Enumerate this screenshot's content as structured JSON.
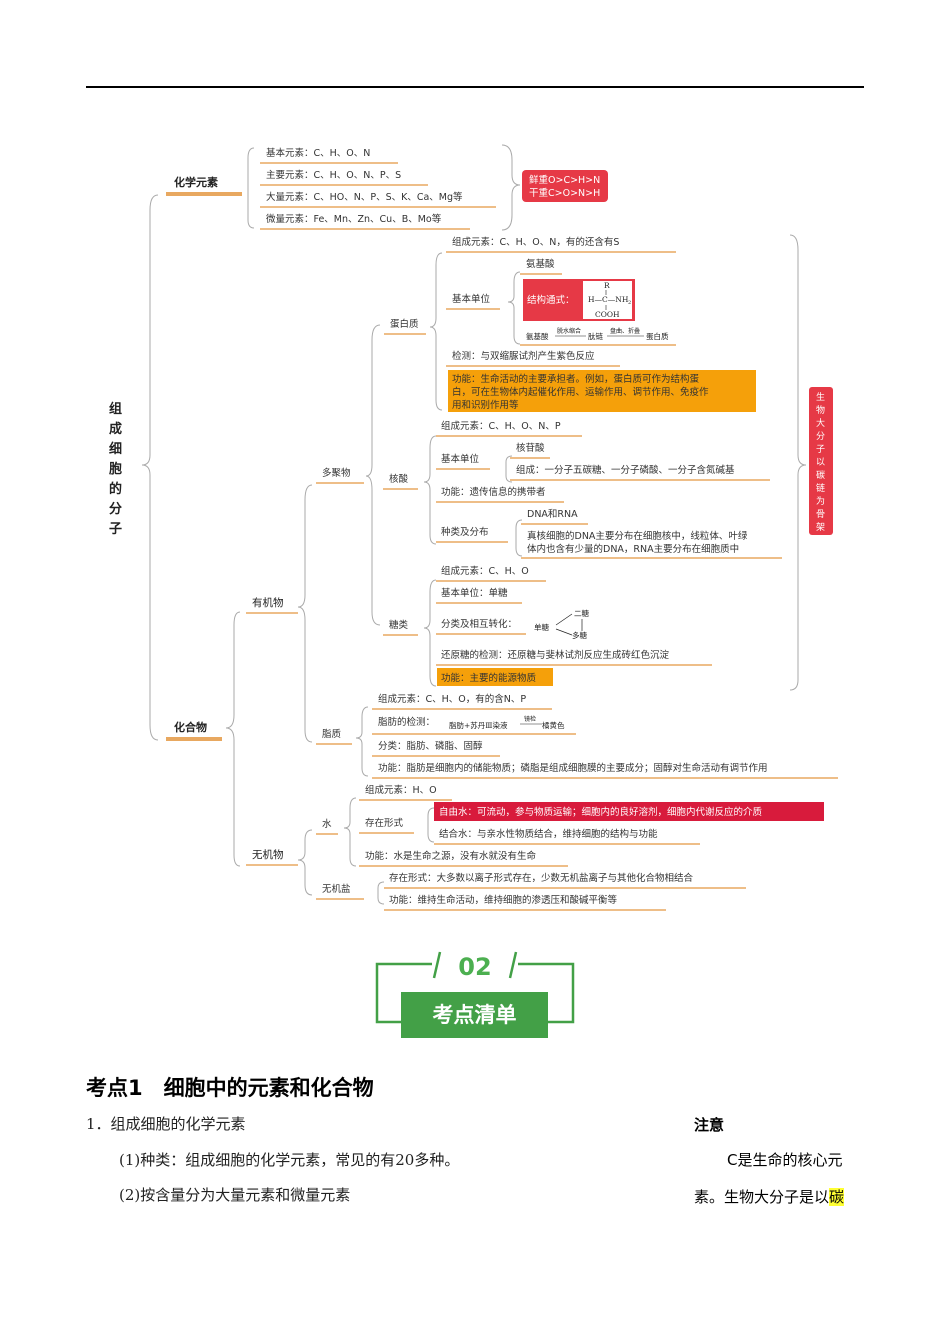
{
  "mindmap": {
    "root": "组成细胞的分子",
    "chem": {
      "label": "化学元素",
      "items": [
        "基本元素：C、H、O、N",
        "主要元素：C、H、O、N、P、S",
        "大量元素：C、HO、N、P、S、K、Ca、Mg等",
        "微量元素：Fe、Mn、Zn、Cu、B、Mo等"
      ],
      "note_line1": "鲜重O>C>H>N",
      "note_line2": "干重C>O>N>H"
    },
    "compound": "化合物",
    "organic": "有机物",
    "polymer": "多聚物",
    "protein": {
      "label": "蛋白质",
      "elements": "组成元素：C、H、O、N，有的还含有S",
      "unit": "基本单位",
      "amino": "氨基酸",
      "formula_label": "结构通式：",
      "f_r": "R",
      "f_mid": "H—C—NH",
      "f_sub": "2",
      "f_cooh": "COOH",
      "chain_a": "氨基酸",
      "chain_b": "脱水缩合",
      "chain_c": "肽链",
      "chain_d": "盘曲、折叠",
      "chain_e": "蛋白质",
      "test": "检测：与双缩脲试剂产生紫色反应",
      "func1": "功能：生命活动的主要承担者。例如，蛋白质可作为结构蛋",
      "func2": "白，可在生物体内起催化作用、运输作用、调节作用、免疫作",
      "func3": "用和识别作用等"
    },
    "nucleic": {
      "label": "核酸",
      "elements": "组成元素：C、H、O、N、P",
      "unit": "基本单位",
      "nucleotide": "核苷酸",
      "compose": "组成：一分子五碳糖、一分子磷酸、一分子含氮碱基",
      "func": "功能：遗传信息的携带者",
      "kind": "种类及分布",
      "dna_rna": "DNA和RNA",
      "dist1": "真核细胞的DNA主要分布在细胞核中，线粒体、叶绿",
      "dist2": "体内也含有少量的DNA，RNA主要分布在细胞质中"
    },
    "sugar": {
      "label": "糖类",
      "elements": "组成元素：C、H、O",
      "unit": "基本单位：单糖",
      "conv": "分类及相互转化：",
      "mono": "单糖",
      "di": "二糖",
      "poly": "多糖",
      "test": "还原糖的检测：还原糖与斐林试剂反应生成砖红色沉淀",
      "func": "功能：主要的能源物质"
    },
    "lipid": {
      "label": "脂质",
      "elements": "组成元素：C、H、O，有的含N、P",
      "test_label": "脂肪的检测：",
      "test_a": "脂肪+苏丹Ⅲ染液",
      "test_b": "镜检",
      "test_c": "橘黄色",
      "kinds": "分类：脂肪、磷脂、固醇",
      "func": "功能：脂肪是细胞内的储能物质；磷脂是组成细胞膜的主要成分；固醇对生命活动有调节作用"
    },
    "inorganic": "无机物",
    "water": {
      "label": "水",
      "elements": "组成元素：H、O",
      "form": "存在形式",
      "free": "自由水：可流动，参与物质运输；细胞内的良好溶剂，细胞内代谢反应的介质",
      "bound": "结合水：与亲水性物质结合，维持细胞的结构与功能",
      "func": "功能：水是生命之源，没有水就没有生命"
    },
    "salt": {
      "label": "无机盐",
      "form": "存在形式：大多数以离子形式存在，少数无机盐离子与其他化合物相结合",
      "func": "功能：维持生命活动，维持细胞的渗透压和酸碱平衡等"
    },
    "side_note": "生物大分子以碳链为骨架"
  },
  "section": {
    "num": "02",
    "title": "考点清单"
  },
  "kd": {
    "title": "考点1　细胞中的元素和化合物",
    "p1": "1．组成细胞的化学元素",
    "p2": "(1)种类：组成细胞的化学元素，常见的有20多种。",
    "p3": "(2)按含量分为大量元素和微量元素"
  },
  "note": {
    "title": "注意",
    "line1": "C是生命的核心元",
    "line2a": "素。生物大分子是以",
    "line2b": "碳"
  },
  "colors": {
    "orange": "#f5a00a",
    "red": "#e63946",
    "green": "#43a047"
  }
}
